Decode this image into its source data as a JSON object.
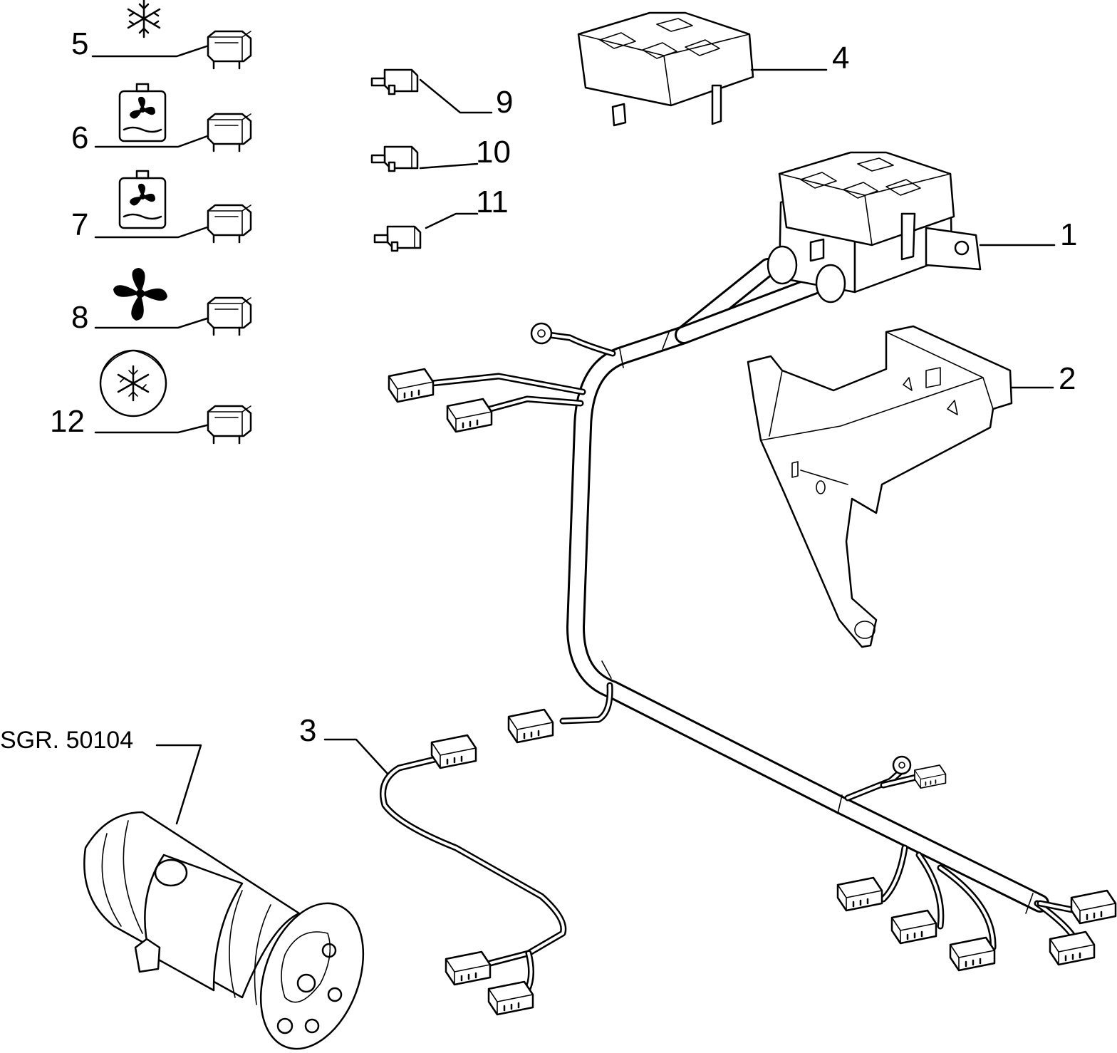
{
  "callouts": {
    "c1": "1",
    "c2": "2",
    "c3": "3",
    "c4": "4",
    "c5": "5",
    "c6": "6",
    "c7": "7",
    "c8": "8",
    "c9": "9",
    "c10": "10",
    "c11": "11",
    "c12": "12"
  },
  "reference": "SGR. 50104",
  "icons": {
    "relay5": "snowflake-icon",
    "relay6": "radiator-fan-icon",
    "relay7": "radiator-fan-icon",
    "relay8": "fan-icon",
    "relay12": "snowflake-circle-icon"
  }
}
